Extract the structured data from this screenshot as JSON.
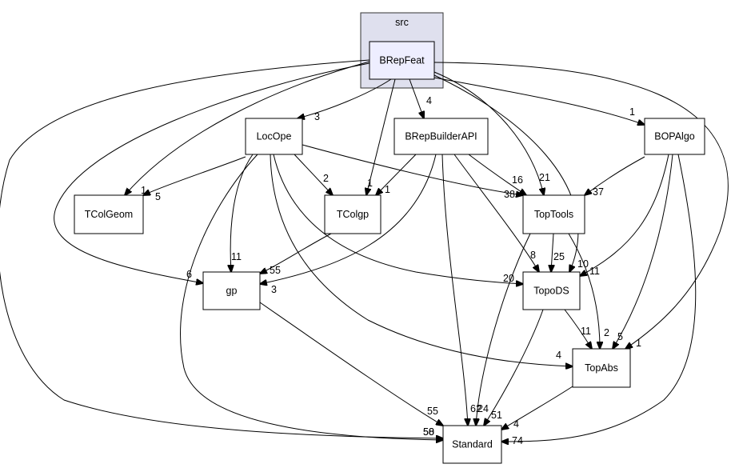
{
  "cluster": {
    "label": "src"
  },
  "nodes": [
    {
      "id": "BRepFeat",
      "label": "BRepFeat"
    },
    {
      "id": "LocOpe",
      "label": "LocOpe"
    },
    {
      "id": "BRepBuilderAPI",
      "label": "BRepBuilderAPI"
    },
    {
      "id": "BOPAlgo",
      "label": "BOPAlgo"
    },
    {
      "id": "TColGeom",
      "label": "TColGeom"
    },
    {
      "id": "TColgp",
      "label": "TColgp"
    },
    {
      "id": "TopTools",
      "label": "TopTools"
    },
    {
      "id": "gp",
      "label": "gp"
    },
    {
      "id": "TopoDS",
      "label": "TopoDS"
    },
    {
      "id": "TopAbs",
      "label": "TopAbs"
    },
    {
      "id": "Standard",
      "label": "Standard"
    }
  ],
  "edges": [
    {
      "from": "BRepFeat",
      "to": "LocOpe",
      "label": "3"
    },
    {
      "from": "BRepFeat",
      "to": "BRepBuilderAPI",
      "label": "4"
    },
    {
      "from": "BRepFeat",
      "to": "BOPAlgo",
      "label": "1"
    },
    {
      "from": "BRepFeat",
      "to": "TColGeom",
      "label": "1"
    },
    {
      "from": "BRepFeat",
      "to": "TColgp",
      "label": "1"
    },
    {
      "from": "BRepFeat",
      "to": "TopTools",
      "label": "21"
    },
    {
      "from": "BRepFeat",
      "to": "gp",
      "label": "6"
    },
    {
      "from": "BRepFeat",
      "to": "TopoDS",
      "label": "11"
    },
    {
      "from": "BRepFeat",
      "to": "TopAbs",
      "label": "1"
    },
    {
      "from": "BRepFeat",
      "to": "Standard",
      "label": "50"
    },
    {
      "from": "LocOpe",
      "to": "TColGeom",
      "label": "5"
    },
    {
      "from": "LocOpe",
      "to": "TColgp",
      "label": "2"
    },
    {
      "from": "LocOpe",
      "to": "TopTools",
      "label": "38"
    },
    {
      "from": "LocOpe",
      "to": "gp",
      "label": "11"
    },
    {
      "from": "LocOpe",
      "to": "TopoDS",
      "label": "20"
    },
    {
      "from": "LocOpe",
      "to": "TopAbs",
      "label": "4"
    },
    {
      "from": "LocOpe",
      "to": "Standard",
      "label": "58"
    },
    {
      "from": "BRepBuilderAPI",
      "to": "TColgp",
      "label": "1"
    },
    {
      "from": "BRepBuilderAPI",
      "to": "TopTools",
      "label": "16"
    },
    {
      "from": "BRepBuilderAPI",
      "to": "gp",
      "label": "3"
    },
    {
      "from": "BRepBuilderAPI",
      "to": "TopoDS",
      "label": "8"
    },
    {
      "from": "BRepBuilderAPI",
      "to": "Standard",
      "label": "62"
    },
    {
      "from": "BOPAlgo",
      "to": "TopTools",
      "label": "37"
    },
    {
      "from": "BOPAlgo",
      "to": "TopoDS",
      "label": "10"
    },
    {
      "from": "BOPAlgo",
      "to": "TopAbs",
      "label": "5"
    },
    {
      "from": "BOPAlgo",
      "to": "Standard",
      "label": "74"
    },
    {
      "from": "TColgp",
      "to": "gp",
      "label": "55"
    },
    {
      "from": "TopTools",
      "to": "TopoDS",
      "label": "25"
    },
    {
      "from": "TopTools",
      "to": "TopAbs",
      "label": "2"
    },
    {
      "from": "TopTools",
      "to": "Standard",
      "label": "24"
    },
    {
      "from": "gp",
      "to": "Standard",
      "label": "55"
    },
    {
      "from": "TopoDS",
      "to": "TopAbs",
      "label": "11"
    },
    {
      "from": "TopoDS",
      "to": "Standard",
      "label": "51"
    },
    {
      "from": "TopAbs",
      "to": "Standard",
      "label": "4"
    }
  ]
}
